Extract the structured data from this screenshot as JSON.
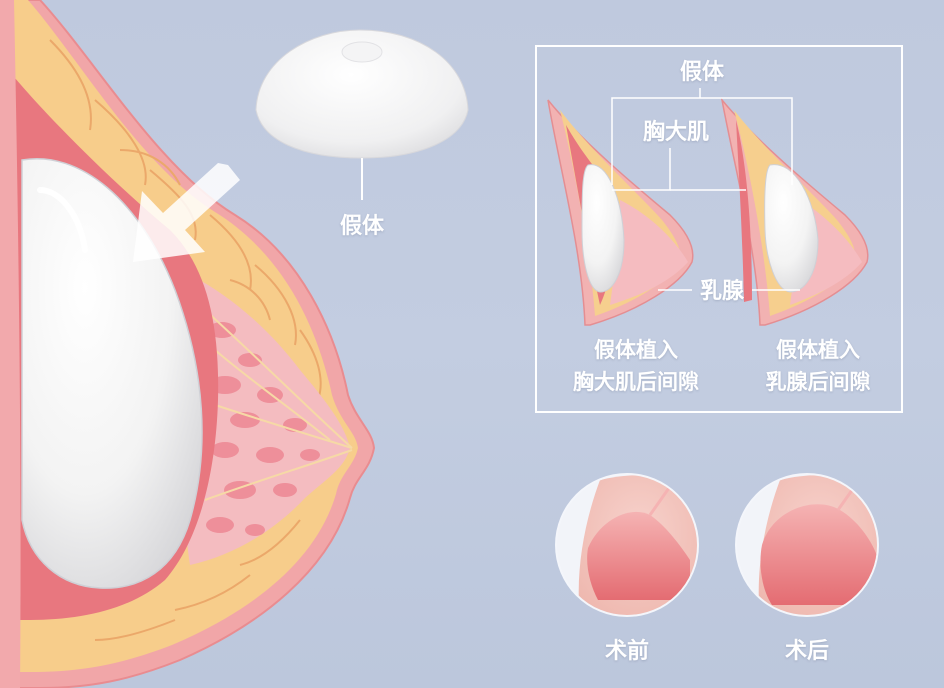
{
  "main_illustration": {
    "implant_label": "假体"
  },
  "comparison_panel": {
    "top_label": "假体",
    "muscle_label": "胸大肌",
    "gland_label": "乳腺",
    "option_left": {
      "line1": "假体植入",
      "line2": "胸大肌后间隙"
    },
    "option_right": {
      "line1": "假体植入",
      "line2": "乳腺后间隙"
    }
  },
  "result_thumbnails": {
    "before_label": "术前",
    "after_label": "术后"
  },
  "colors": {
    "background": "#c0cadf",
    "skin": "#f4b4b4",
    "muscle": "#e8787e",
    "fat": "#f6cf8e",
    "gland": "#f3a5ad",
    "implant": "#f2f2f2",
    "label_text": "#ffffff",
    "panel_border": "#ffffff"
  }
}
